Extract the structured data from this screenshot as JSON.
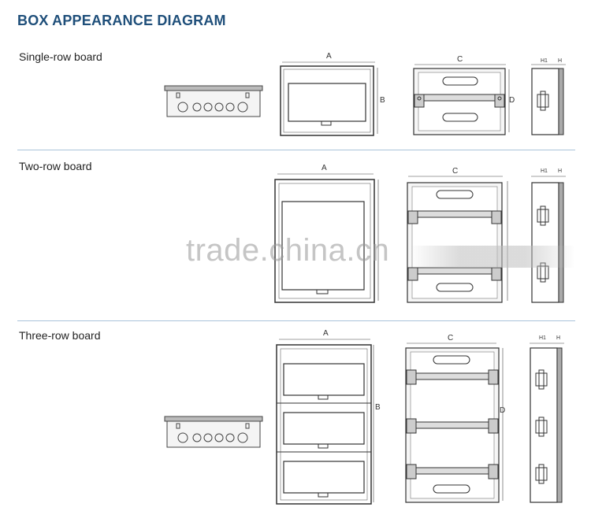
{
  "header": {
    "title": "BOX APPEARANCE DIAGRAM"
  },
  "sections": [
    {
      "label": "Single-row board"
    },
    {
      "label": "Two-row board"
    },
    {
      "label": "Three-row board"
    }
  ],
  "dimensions": {
    "a": "A",
    "b": "B",
    "c": "C",
    "d": "D",
    "h1": "H1",
    "h": "H"
  },
  "watermark": {
    "text": "trade.china.cn"
  }
}
